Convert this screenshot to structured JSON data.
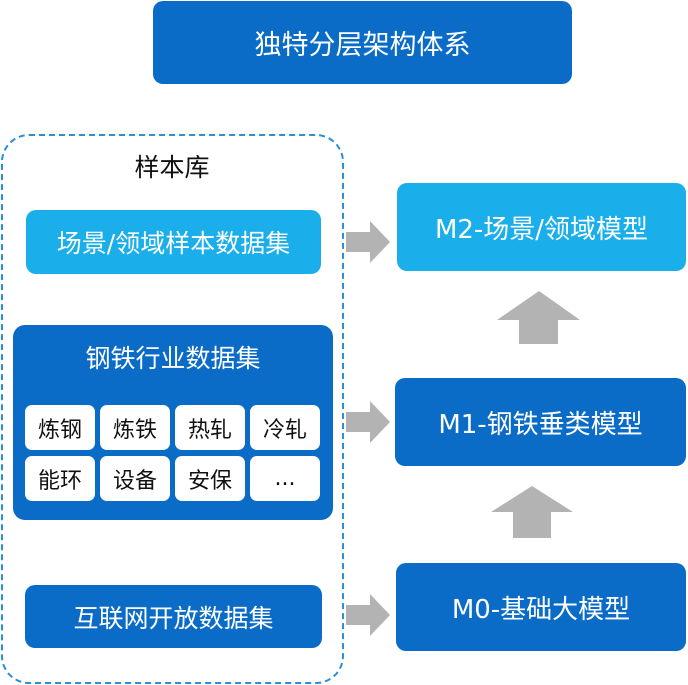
{
  "title": "独特分层架构体系",
  "library": {
    "label": "样本库",
    "scene_dataset": "场景/领域样本数据集",
    "steel_dataset": {
      "title": "钢铁行业数据集",
      "items": [
        "炼钢",
        "炼铁",
        "热轧",
        "冷轧",
        "能环",
        "设备",
        "安保",
        "..."
      ]
    },
    "internet_dataset": "互联网开放数据集"
  },
  "models": {
    "m2": "M2-场景/领域模型",
    "m1": "M1-钢铁垂类模型",
    "m0": "M0-基础大模型"
  },
  "colors": {
    "dark_blue": "#0b6cc8",
    "light_blue": "#1aaeea",
    "arrow_gray": "#b3b3b3",
    "dashed_border": "#2a8fd4"
  }
}
